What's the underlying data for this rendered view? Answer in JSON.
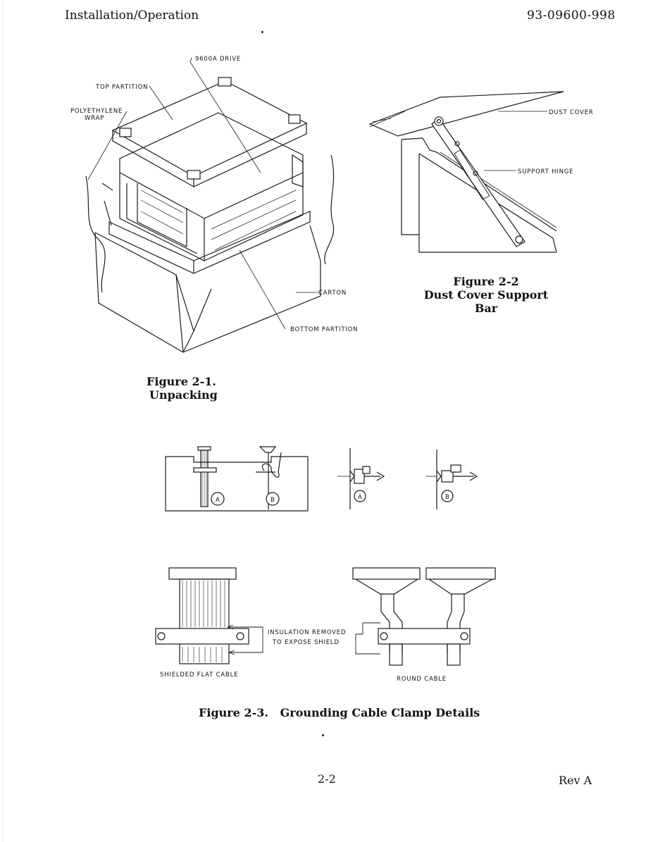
{
  "header": {
    "section": "Installation/Operation",
    "doc_number": "93-09600-998"
  },
  "figure1": {
    "labels": {
      "drive": "9600A DRIVE",
      "top_partition": "TOP PARTITION",
      "poly_line1": "POLYETHYLENE",
      "poly_line2": "WRAP",
      "carton": "CARTON",
      "bottom_partition": "BOTTOM PARTITION"
    },
    "caption_line1": "Figure 2-1.",
    "caption_line2": "Unpacking"
  },
  "figure2": {
    "labels": {
      "dust_cover": "DUST COVER",
      "support_hinge": "SUPPORT HINGE"
    },
    "caption_line1": "Figure 2-2",
    "caption_line2": "Dust Cover Support Bar"
  },
  "figure3": {
    "labels": {
      "callout_a": "A",
      "callout_b": "B",
      "insulation_line1": "INSULATION REMOVED",
      "insulation_line2": "TO EXPOSE SHIELD",
      "shielded_flat_cable": "SHIELDED FLAT CABLE",
      "round_cable": "ROUND CABLE"
    },
    "caption": "Figure 2-3.   Grounding Cable Clamp Details"
  },
  "footer": {
    "page_number": "2-2",
    "revision": "Rev A"
  }
}
